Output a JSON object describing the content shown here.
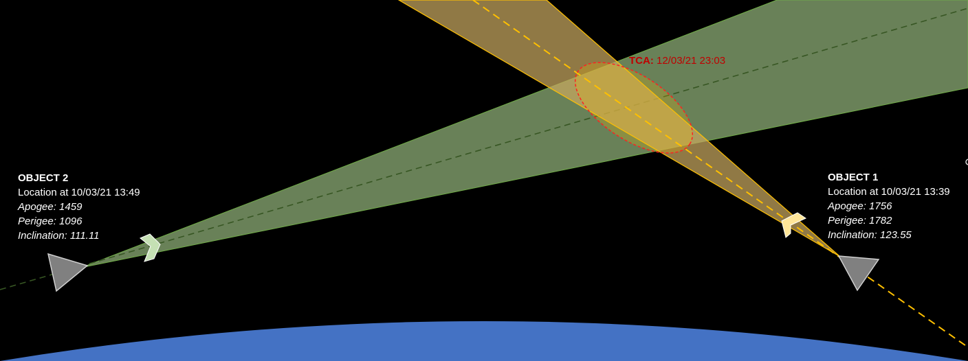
{
  "colors": {
    "background": "#000000",
    "earth": "#4472c4",
    "object1_cone": "#c8a860",
    "object1_line": "#ffc000",
    "object2_cone": "#a9d18e",
    "object2_line": "#375623",
    "tca": "#c00000",
    "object_marker": "#808080"
  },
  "tca": {
    "title": "TCA:",
    "datetime": "12/03/21 23:03"
  },
  "object2": {
    "title": "OBJECT 2",
    "location": "Location at 10/03/21 13:49",
    "apogee": "Apogee: 1459",
    "perigee": "Perigee: 1096",
    "inclination": "Inclination: 111.11",
    "direction_icon": "chevron-right-icon"
  },
  "object1": {
    "title": "OBJECT 1",
    "location": "Location at 10/03/21 13:39",
    "apogee": "Apogee: 1756",
    "perigee": "Perigee: 1782",
    "inclination": "Inclination: 123.55",
    "direction_icon": "chevron-up-left-icon"
  }
}
